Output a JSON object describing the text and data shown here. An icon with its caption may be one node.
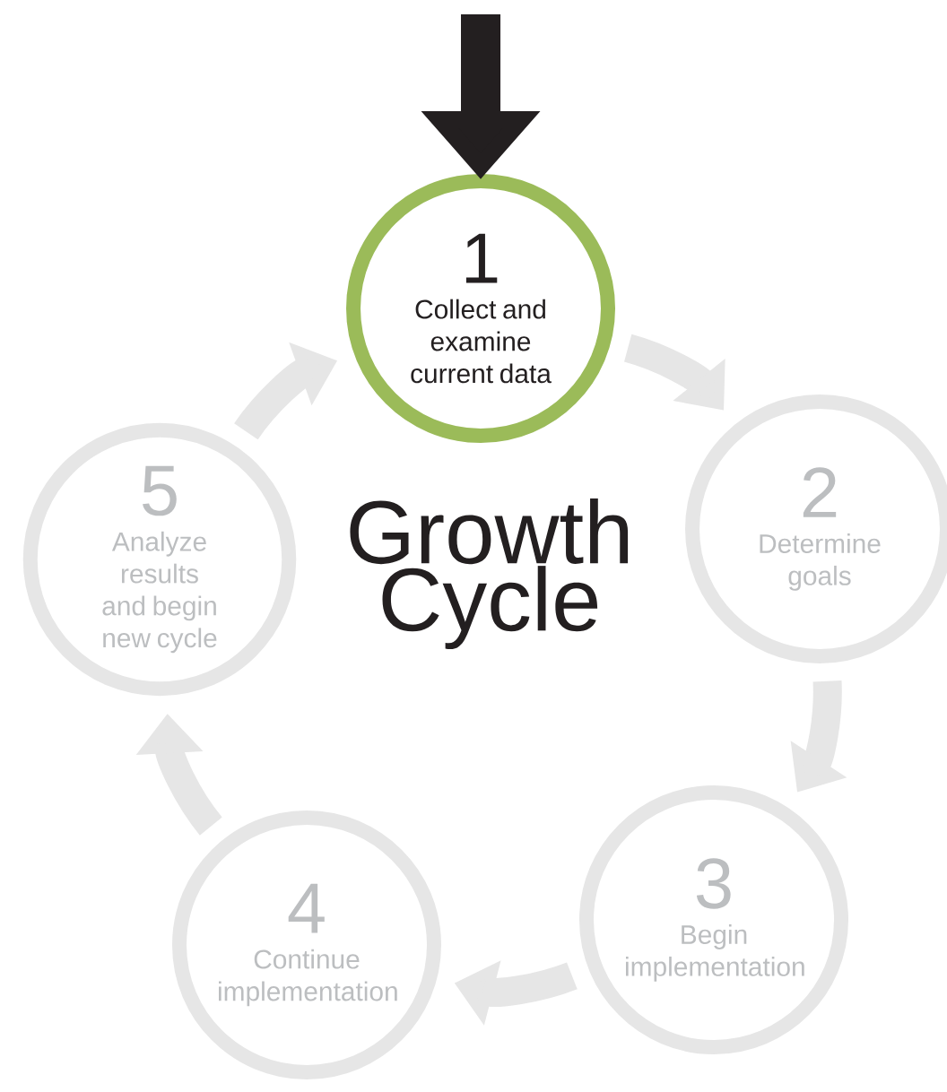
{
  "diagram": {
    "title": "Growth Cycle",
    "nodes": [
      {
        "text": [
          "1",
          "Collect and examine current data"
        ]
      },
      {
        "text": [
          "2",
          "Determine goals"
        ]
      },
      {
        "text": [
          "3",
          "Begin implementation"
        ]
      },
      {
        "text": [
          "4",
          "Continue implementation"
        ]
      },
      {
        "text": [
          "5",
          "Analyze results and begin new cycle"
        ]
      }
    ],
    "edges": [
      {
        "from": null,
        "to": 0,
        "arrow": "to",
        "color": "#231f20"
      },
      {
        "from": 0,
        "to": 1,
        "arrow": "to"
      },
      {
        "from": 1,
        "to": 2,
        "arrow": "to"
      },
      {
        "from": 2,
        "to": 3,
        "arrow": "to"
      },
      {
        "from": 3,
        "to": 4,
        "arrow": "to"
      },
      {
        "from": 4,
        "to": 0,
        "arrow": "to"
      }
    ]
  }
}
